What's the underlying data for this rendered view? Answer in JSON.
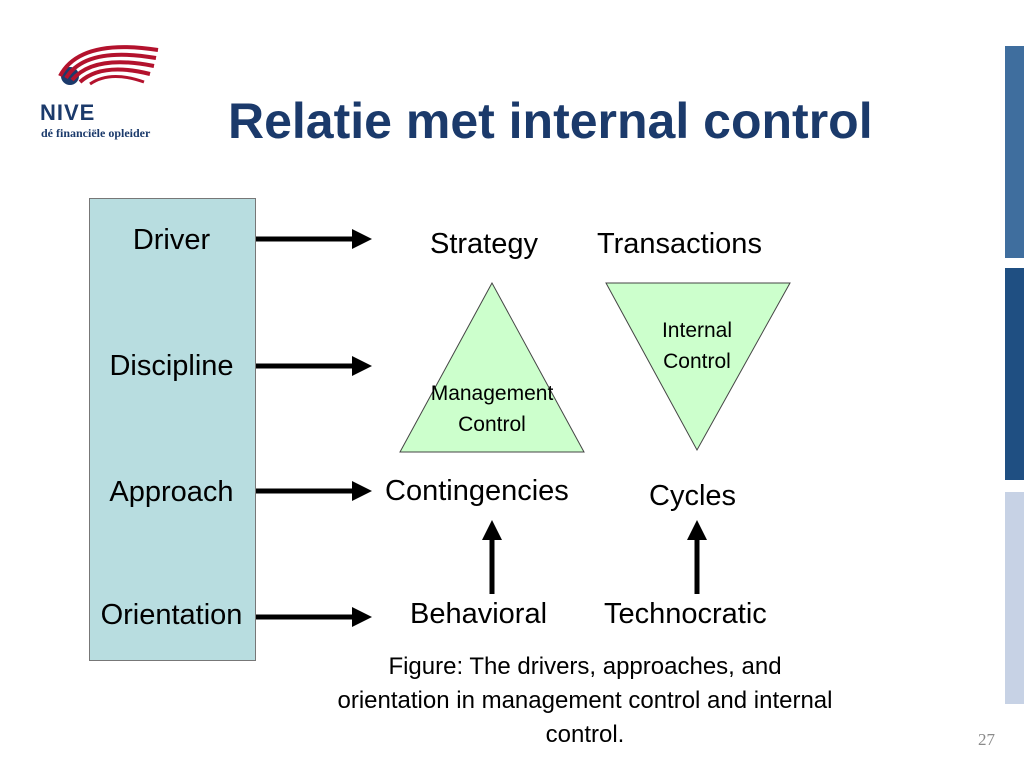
{
  "slide": {
    "title": "Relatie met internal control",
    "page_number": "27"
  },
  "logo": {
    "name": "NIVE",
    "tagline": "dé financiële opleider"
  },
  "sidebar": {
    "items": [
      "Driver",
      "Discipline",
      "Approach",
      "Orientation"
    ]
  },
  "diagram": {
    "strategy": "Strategy",
    "transactions": "Transactions",
    "management_control_line1": "Management",
    "management_control_line2": "Control",
    "internal_control_line1": "Internal",
    "internal_control_line2": "Control",
    "contingencies": "Contingencies",
    "cycles": "Cycles",
    "behavioral": "Behavioral",
    "technocratic": "Technocratic"
  },
  "caption": {
    "line1": "Figure: The drivers, approaches, and",
    "line2": "orientation in management control and internal",
    "line3": "control."
  },
  "colors": {
    "title": "#1b3a6b",
    "logo_red": "#b3122d",
    "side_box": "#b8dde0",
    "triangle_fill": "#ccffcc",
    "right_bar_dark": "#3f6e9e",
    "right_bar_navy": "#1f4f82",
    "right_bar_light": "#c7d2e5"
  }
}
